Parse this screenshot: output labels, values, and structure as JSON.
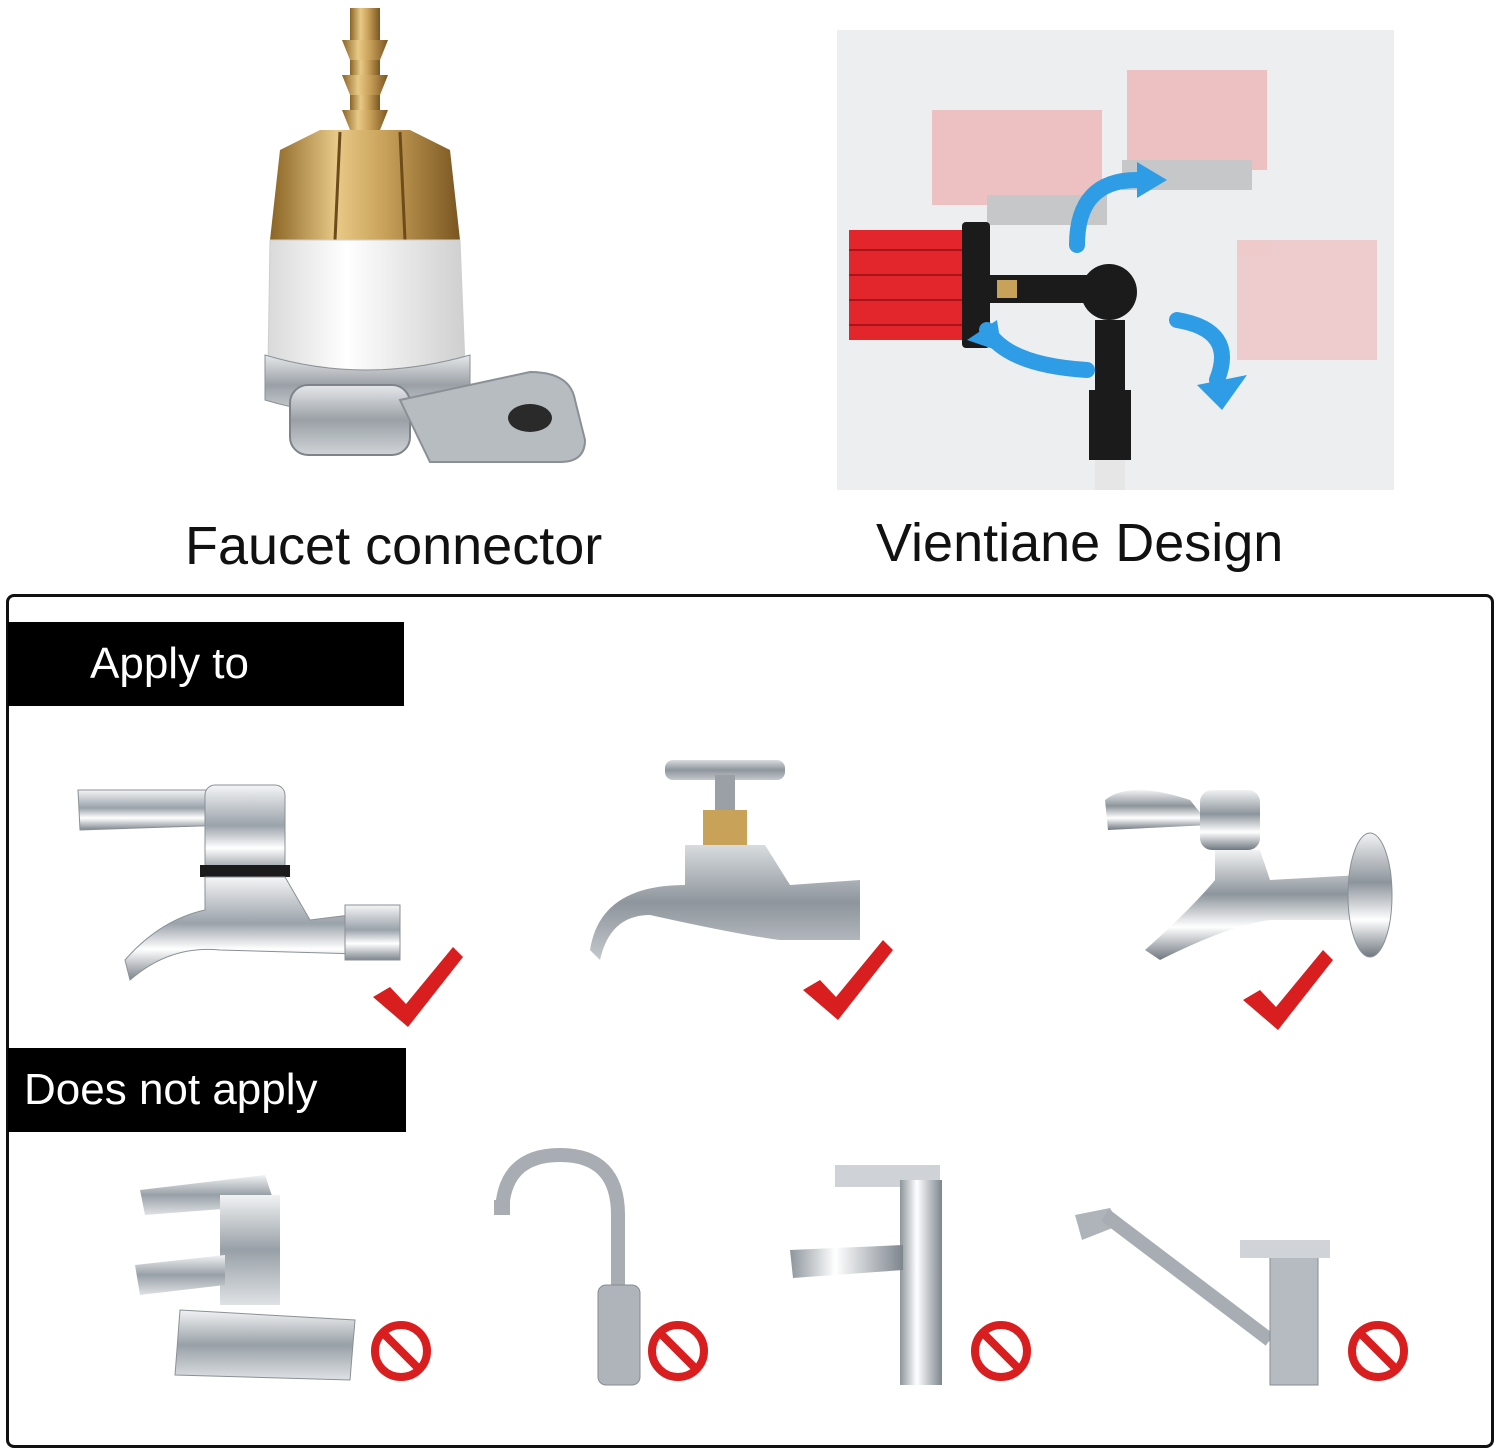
{
  "products": {
    "left_caption": "Faucet connector",
    "right_caption": "Vientiane Design"
  },
  "compat": {
    "apply_label": "Apply to",
    "not_apply_label": "Does not apply"
  },
  "colors": {
    "brass": "#c9a25a",
    "bristle_red": "#e3262c",
    "arrow_blue": "#2f9de6",
    "check_red": "#d81e1e",
    "prohibit_red": "#d81e1e",
    "chrome": "#b8bec4"
  }
}
